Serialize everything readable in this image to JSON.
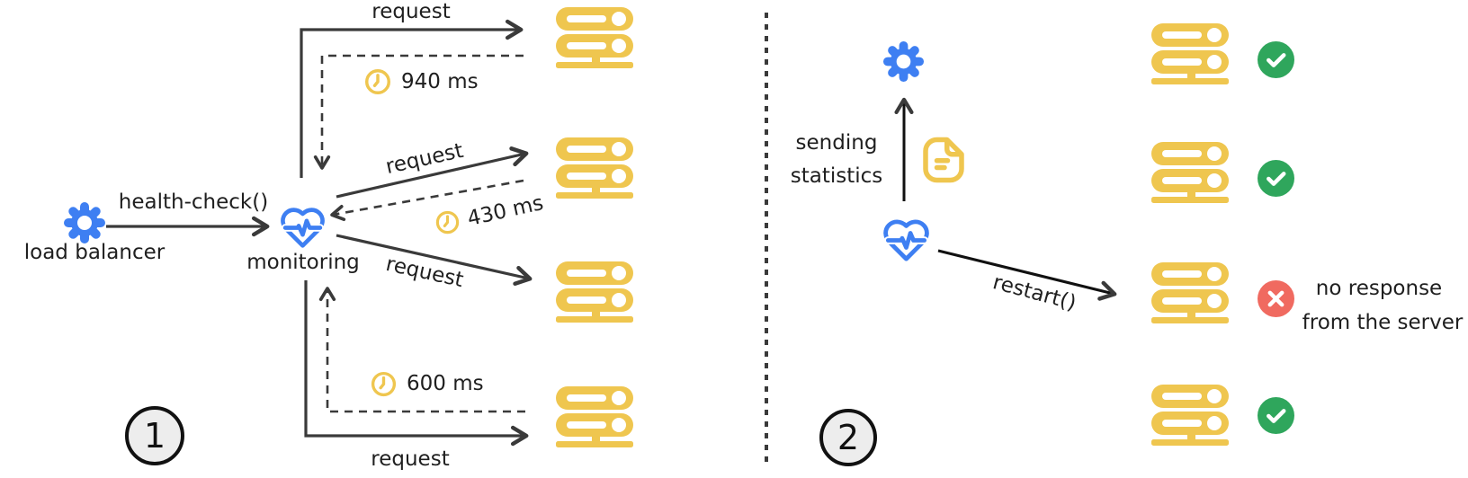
{
  "colors": {
    "accent_blue": "#3e7ff2",
    "accent_yellow": "#efc64f",
    "status_green": "#2fa65c",
    "status_red": "#f06a60",
    "line_ink": "#3a3a3a",
    "text_ink": "#1f1f1f",
    "step_circle_fill": "#ededed"
  },
  "icons": {
    "load_balancer": "gear-icon",
    "monitoring": "heart-pulse-icon",
    "server": "server-rack-icon",
    "response_time": "clock-icon",
    "statistics": "document-icon",
    "healthy": "check-circle-icon",
    "failed": "x-circle-icon"
  },
  "panel1": {
    "step_label": "1",
    "load_balancer_label": "load balancer",
    "health_check_call": "health-check()",
    "monitoring_label": "monitoring",
    "connections": [
      {
        "request_label": "request",
        "response_time": "940 ms"
      },
      {
        "request_label": "request",
        "response_time": "430 ms"
      },
      {
        "request_label": "request"
      },
      {
        "request_label": "request",
        "response_time": "600 ms"
      }
    ]
  },
  "panel2": {
    "step_label": "2",
    "statistics_label_line1": "sending",
    "statistics_label_line2": "statistics",
    "restart_call": "restart()",
    "failed_note_line1": "no response",
    "failed_note_line2": "from the server",
    "server_statuses": [
      "ok",
      "ok",
      "fail",
      "ok"
    ]
  }
}
